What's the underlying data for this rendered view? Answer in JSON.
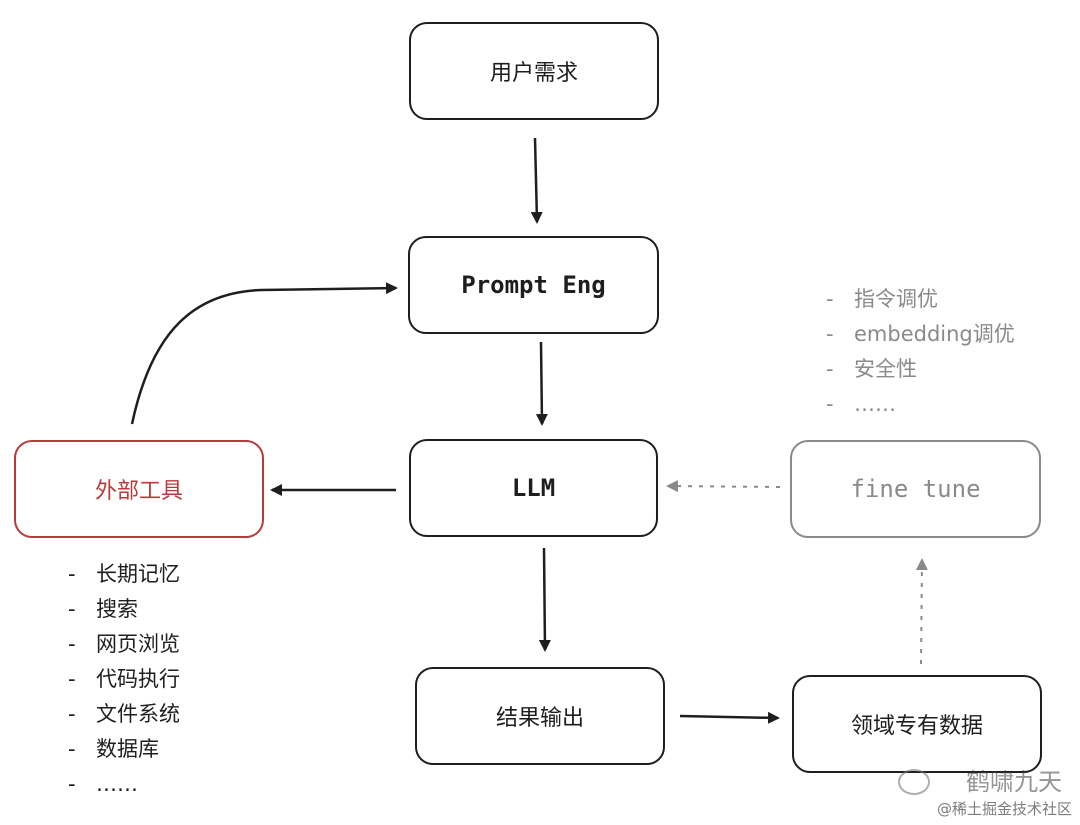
{
  "nodes": {
    "user_needs": "用户需求",
    "prompt_eng": "Prompt Eng",
    "llm": "LLM",
    "external_tools": "外部工具",
    "fine_tune": "fine tune",
    "result_output": "结果输出",
    "domain_data": "领域专有数据"
  },
  "tool_items": [
    "长期记忆",
    "搜索",
    "网页浏览",
    "代码执行",
    "文件系统",
    "数据库",
    "……"
  ],
  "fine_tune_items": [
    "指令调优",
    "embedding调优",
    "安全性",
    "……"
  ],
  "watermark": {
    "account": "鹤啸九天",
    "site": "@稀土掘金技术社区"
  },
  "colors": {
    "ink": "#1e1e1e",
    "tool_red": "#b83a3a",
    "muted_gray": "#8a8a8a"
  }
}
